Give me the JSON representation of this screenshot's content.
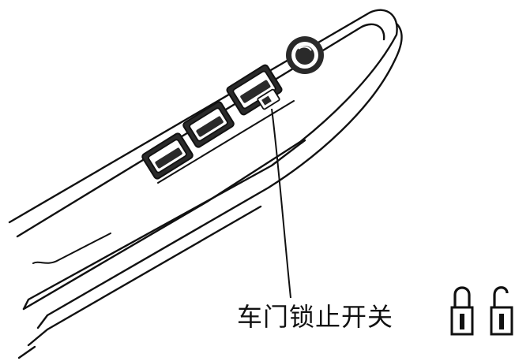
{
  "label": {
    "text": "车门锁止开关"
  },
  "icons": [
    {
      "name": "lock-icon",
      "meaning": "locked"
    },
    {
      "name": "unlock-icon",
      "meaning": "unlocked"
    }
  ],
  "colors": {
    "ink": "#111111",
    "fill_dark": "#2a2a2a",
    "paper": "#ffffff"
  }
}
